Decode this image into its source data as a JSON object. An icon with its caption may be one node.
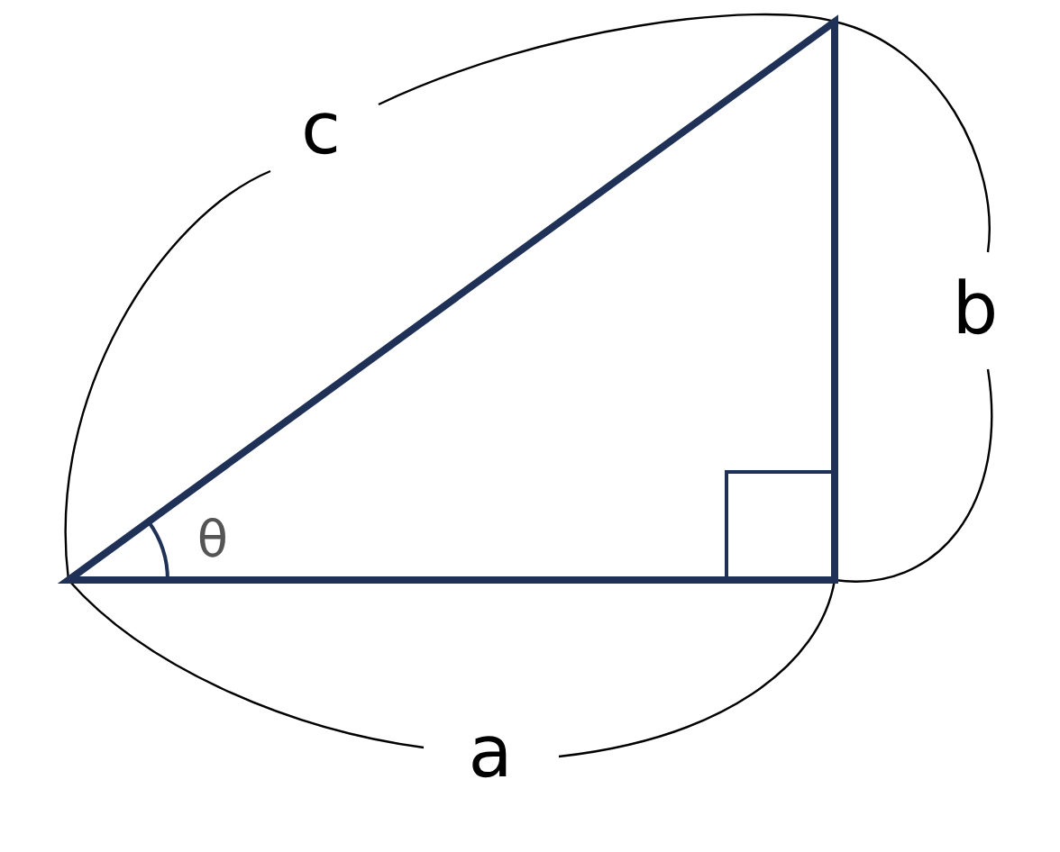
{
  "diagram": {
    "labels": [
      "c",
      "b",
      "θ",
      "a"
    ]
  }
}
